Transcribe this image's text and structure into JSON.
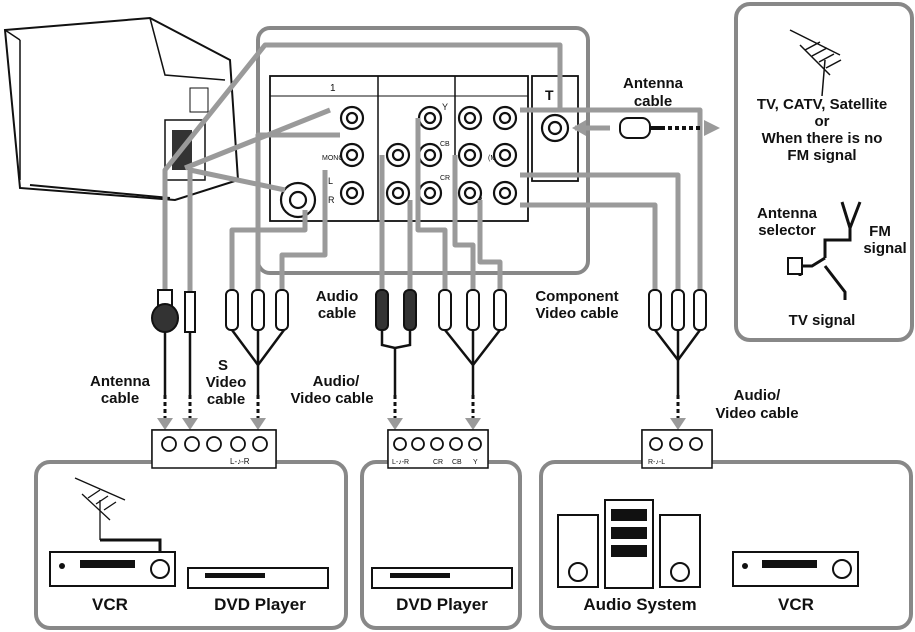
{
  "labels": {
    "antenna_cable_top_1": "Antenna",
    "antenna_cable_top_2": "cable",
    "tv_line1": "TV, CATV, Satellite",
    "tv_line2": "or",
    "tv_line3": "When there is no",
    "tv_line4": "FM signal",
    "antenna_selector_1": "Antenna",
    "antenna_selector_2": "selector",
    "fm_signal_1": "FM",
    "fm_signal_2": "signal",
    "tv_signal": "TV signal",
    "audio_cable_1": "Audio",
    "audio_cable_2": "cable",
    "component_cable_1": "Component",
    "component_cable_2": "Video cable",
    "antenna_cable_left_1": "Antenna",
    "antenna_cable_left_2": "cable",
    "s_video_1": "S",
    "s_video_2": "Video",
    "s_video_3": "cable",
    "av_cable_mid_1": "Audio/",
    "av_cable_mid_2": "Video cable",
    "av_cable_right_1": "Audio/",
    "av_cable_right_2": "Video cable"
  },
  "panel_marks": {
    "input_group": "1",
    "mono_left": "MONO",
    "mono_right": "(MONO)",
    "l_left": "L",
    "r_left": "R",
    "l_right": "L",
    "r_right": "R",
    "y_mark": "Y",
    "cb_mark": "CB",
    "cr_mark": "CR"
  },
  "devices": {
    "vcr_left": "VCR",
    "dvd_left": "DVD Player",
    "dvd_mid": "DVD Player",
    "audio_system": "Audio System",
    "vcr_right": "VCR"
  },
  "jack_labels": {
    "left_panel": [
      "L-♪-R"
    ],
    "mid_panel": [
      "L-♪-R",
      "CR",
      "CB",
      "Y"
    ],
    "right_panel": [
      "R-♪-L"
    ]
  }
}
